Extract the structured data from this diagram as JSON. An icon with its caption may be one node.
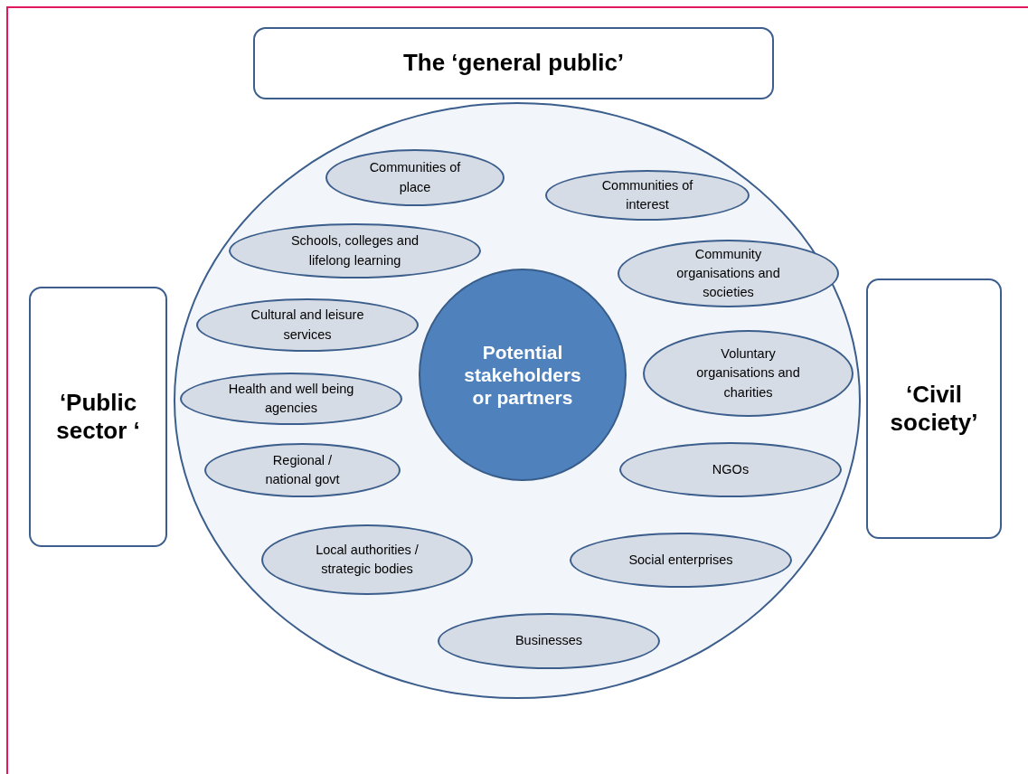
{
  "diagram": {
    "nodes": [
      {
        "text": [
          "The ‘general public’"
        ]
      },
      {
        "text": [
          "‘Public sector ‘"
        ]
      },
      {
        "text": [
          "‘Civil society’"
        ]
      },
      {
        "text": [],
        "shape": "circle"
      },
      {
        "text": [
          "Communities of place"
        ],
        "in": 3
      },
      {
        "text": [
          "Communities of interest"
        ],
        "in": 3
      },
      {
        "text": [
          "Schools, colleges and lifelong learning"
        ],
        "in": 3
      },
      {
        "text": [
          "Community organisations and societies"
        ],
        "in": 3
      },
      {
        "text": [
          "Cultural and leisure services"
        ],
        "in": 3
      },
      {
        "text": [
          "Potential stakeholders or partners"
        ],
        "in": 3
      },
      {
        "text": [
          "Voluntary organisations and charities"
        ],
        "in": 3
      },
      {
        "text": [
          "Health and well being agencies"
        ],
        "in": 3
      },
      {
        "text": [
          "Regional / national govt"
        ],
        "in": 3
      },
      {
        "text": [
          "NGOs"
        ],
        "in": 3
      },
      {
        "text": [
          "Local authorities / strategic bodies"
        ],
        "in": 3
      },
      {
        "text": [
          "Social enterprises"
        ],
        "in": 3
      },
      {
        "text": [
          "Businesses"
        ],
        "in": 3
      }
    ]
  }
}
